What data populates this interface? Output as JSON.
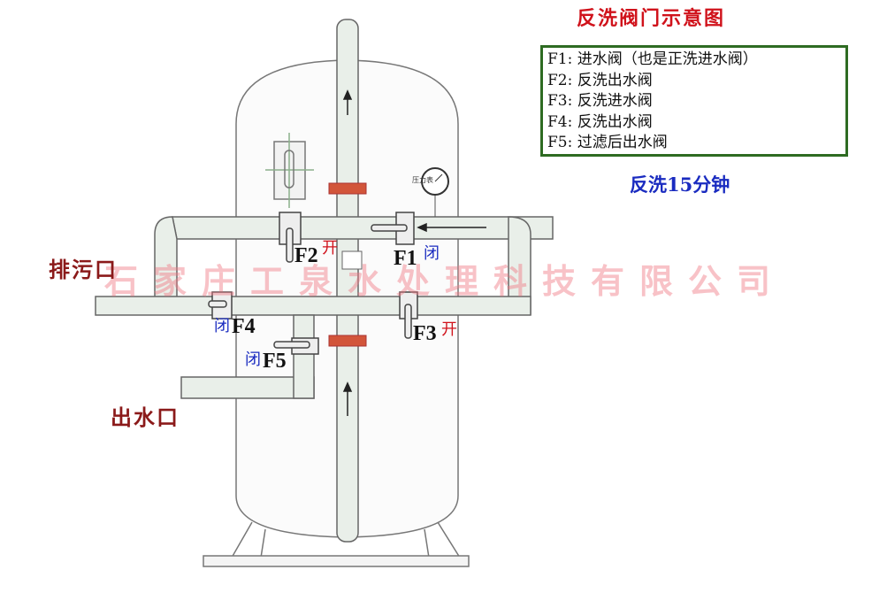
{
  "title": "反洗阀门示意图",
  "legend": [
    "F1:  进水阀（也是正洗进水阀）",
    "F2:  反洗出水阀",
    "F3:  反洗进水阀",
    "F4:  反洗出水阀",
    "F5:  过滤后出水阀"
  ],
  "duration": "反洗15分钟",
  "valves": {
    "F1": {
      "label": "F1",
      "state": "闭"
    },
    "F2": {
      "label": "F2",
      "state": "开"
    },
    "F3": {
      "label": "F3",
      "state": "开"
    },
    "F4": {
      "label": "F4",
      "state": "闭"
    },
    "F5": {
      "label": "F5",
      "state": "闭"
    }
  },
  "ports": {
    "drain": "排污口",
    "outlet": "出水口"
  },
  "gauge_label": "压力表",
  "watermark": "石家庄工泉水处理科技有限公司",
  "colors": {
    "open": "#d0121b",
    "closed": "#1a2bc0",
    "legend_border": "#2e6b22",
    "title": "#d0121b"
  }
}
